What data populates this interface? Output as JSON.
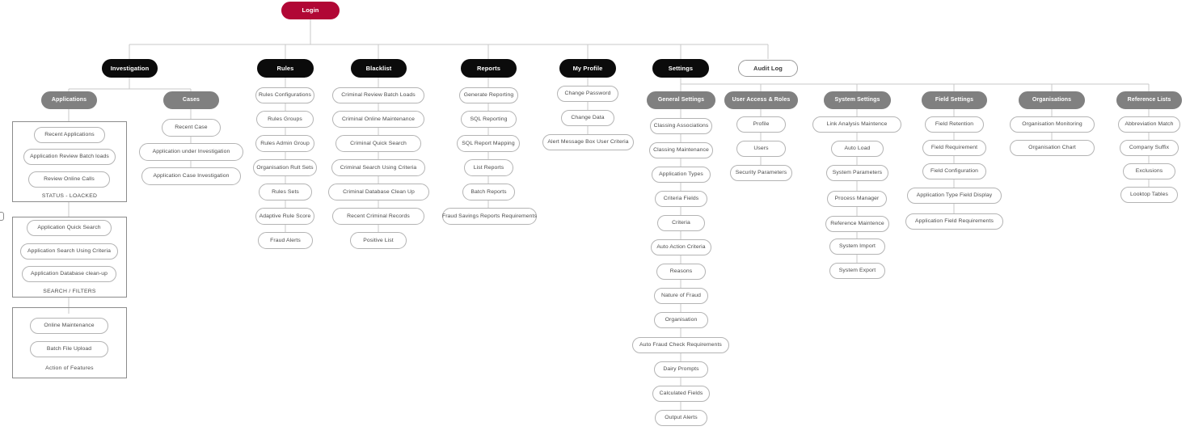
{
  "diagram": {
    "title": "Login",
    "root": {
      "label": "Login",
      "color": "#b10735"
    },
    "colors": {
      "root": "#b10735",
      "level1": "#0b0b0b",
      "category": "#808080",
      "leaf_border": "#b4b4b4",
      "leaf_text": "#4a4a4a",
      "box_border": "#8c8c8c",
      "connector": "#c9c9c9"
    },
    "level1": [
      {
        "label": "Investigation",
        "style": "black"
      },
      {
        "label": "Rules",
        "style": "black"
      },
      {
        "label": "Blacklist",
        "style": "black"
      },
      {
        "label": "Reports",
        "style": "black"
      },
      {
        "label": "My Profile",
        "style": "black"
      },
      {
        "label": "Settings",
        "style": "black"
      },
      {
        "label": "Audit Log",
        "style": "outline"
      }
    ],
    "categories": [
      {
        "label": "Applications",
        "parent": "Investigation"
      },
      {
        "label": "Cases",
        "parent": "Investigation"
      },
      {
        "label": "General Settings",
        "parent": "Settings"
      },
      {
        "label": "User Access & Roles",
        "parent": "Settings"
      },
      {
        "label": "System Settings",
        "parent": "Settings"
      },
      {
        "label": "Field Settings",
        "parent": "Settings"
      },
      {
        "label": "Organisations",
        "parent": "Settings"
      },
      {
        "label": "Reference Lists",
        "parent": "Settings"
      }
    ],
    "groups": [
      {
        "caption": "STATUS - LOACKED",
        "items": [
          "Recent Applications",
          "Application Review Batch loads",
          "Review Online Calls"
        ]
      },
      {
        "caption": "SEARCH / FILTERS",
        "items": [
          "Application Quick Search",
          "Application Search Using Criteria",
          "Application Database clean-up"
        ]
      },
      {
        "caption": "Action of Features",
        "items": [
          "Online Maintenance",
          "Batch File Upload"
        ]
      }
    ],
    "columns": {
      "cases": [
        "Recent Case",
        "Application under Investigation",
        "Application Case Investigation"
      ],
      "rules": [
        "Rules Configurations",
        "Rules Groups",
        "Rules Admin Group",
        "Organisation Rult Sets",
        "Rules Sets",
        "Adaptive Rule Score",
        "Fraud Alerts"
      ],
      "blacklist": [
        "Criminal Review Batch Loads",
        "Criminal Online Maintenance",
        "Criminal Quick Search",
        "Criminal Search Using Criteria",
        "Criminal Database Clean Up",
        "Recent Criminal Records",
        "Positive List"
      ],
      "reports": [
        "Generate Reporting",
        "SQL Reporting",
        "SQL Report Mapping",
        "List Reports",
        "Batch Reports",
        "Fraud Savings Reports Requirements"
      ],
      "my_profile": [
        "Change Password",
        "Change Data",
        "Alert Message Box User Criteria"
      ],
      "general_settings": [
        "Classing Associations",
        "Classing Maintenance",
        "Application Types",
        "Criteria Fields",
        "Criteria",
        "Auto Action Criteria",
        "Reasons",
        "Nature of Fraud",
        "Organisation",
        "Auto Fraud Check Requirements",
        "Dairy Prompts",
        "Calculated Fields",
        "Output Alerts"
      ],
      "user_access_roles": [
        "Profile",
        "Users",
        "Security Parameters"
      ],
      "system_settings": [
        "Link Analysis Maintence",
        "Auto Load",
        "System Parameters",
        "Process Manager",
        "Reference Maintence",
        "System Import",
        "System Export"
      ],
      "field_settings": [
        "Field Retention",
        "Field Requirement",
        "Field Configuration",
        "Application Type Field Display",
        "Application Field Requirements"
      ],
      "organisations": [
        "Organisation Monitoring",
        "Organisation Chart"
      ],
      "reference_lists": [
        "Abbreviation Match",
        "Company Suffix",
        "Exclusions",
        "Looktop Tables"
      ]
    }
  }
}
